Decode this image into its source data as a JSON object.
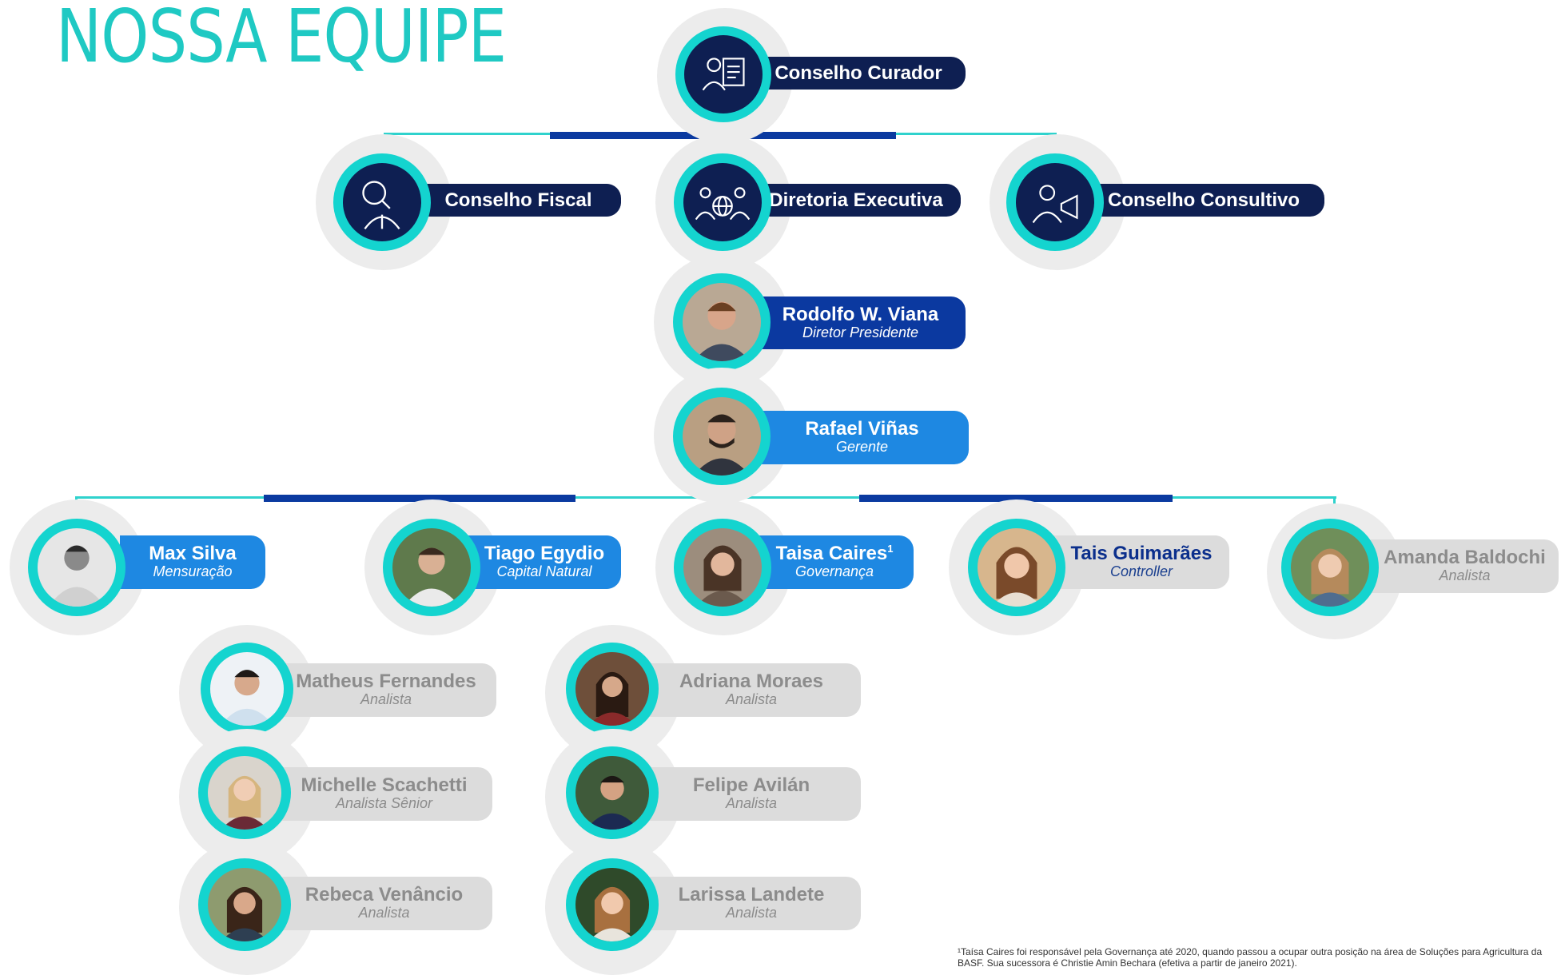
{
  "title": "NOSSA EQUIPE",
  "boards": {
    "curador": "Conselho Curador",
    "fiscal": "Conselho Fiscal",
    "diretoria": "Diretoria Executiva",
    "consultivo": "Conselho Consultivo"
  },
  "people": {
    "rodolfo": {
      "name": "Rodolfo W. Viana",
      "role": "Diretor Presidente"
    },
    "rafael": {
      "name": "Rafael Viñas",
      "role": "Gerente"
    },
    "max": {
      "name": "Max Silva",
      "role": "Mensuração"
    },
    "tiago": {
      "name": "Tiago Egydio",
      "role": "Capital Natural"
    },
    "taisa": {
      "name": "Taisa Caires",
      "sup": "1",
      "role": "Governança"
    },
    "tais": {
      "name": "Tais Guimarães",
      "role": "Controller"
    },
    "amanda": {
      "name": "Amanda Baldochi",
      "role": "Analista"
    },
    "matheus": {
      "name": "Matheus Fernandes",
      "role": "Analista"
    },
    "michelle": {
      "name": "Michelle Scachetti",
      "role": "Analista Sênior"
    },
    "rebeca": {
      "name": "Rebeca Venâncio",
      "role": "Analista"
    },
    "adriana": {
      "name": "Adriana Moraes",
      "role": "Analista"
    },
    "felipe": {
      "name": "Felipe Avilán",
      "role": "Analista"
    },
    "larissa": {
      "name": "Larissa Landete",
      "role": "Analista"
    }
  },
  "footnote": "¹Taísa Caires foi responsável pela Governança até 2020, quando passou a ocupar outra posição na área de Soluções para Agricultura da BASF. Sua sucessora é Christie Amin Bechara (efetiva a partir de janeiro 2021)."
}
